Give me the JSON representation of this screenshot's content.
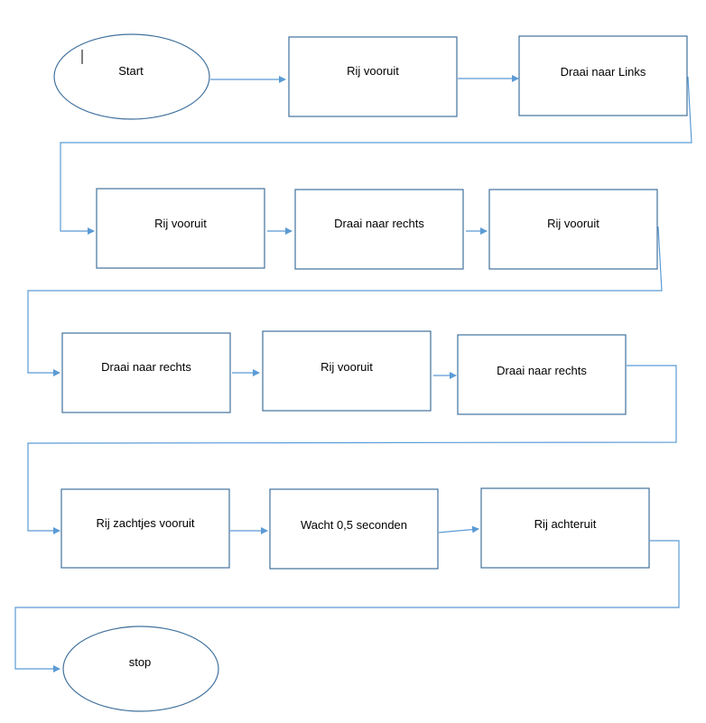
{
  "flowchart": {
    "colors": {
      "line": "#5B9BD5",
      "box_border": "#41719C",
      "text": "#000000"
    },
    "nodes": [
      {
        "id": "start",
        "shape": "ellipse",
        "label": "Start"
      },
      {
        "id": "n1",
        "shape": "rect",
        "label": "Rij vooruit"
      },
      {
        "id": "n2",
        "shape": "rect",
        "label": "Draai naar Links"
      },
      {
        "id": "n3",
        "shape": "rect",
        "label": "Rij vooruit"
      },
      {
        "id": "n4",
        "shape": "rect",
        "label": "Draai naar rechts"
      },
      {
        "id": "n5",
        "shape": "rect",
        "label": "Rij vooruit"
      },
      {
        "id": "n6",
        "shape": "rect",
        "label": "Draai naar rechts"
      },
      {
        "id": "n7",
        "shape": "rect",
        "label": "Rij vooruit"
      },
      {
        "id": "n8",
        "shape": "rect",
        "label": "Draai naar rechts"
      },
      {
        "id": "n9",
        "shape": "rect",
        "label": "Rij zachtjes vooruit"
      },
      {
        "id": "n10",
        "shape": "rect",
        "label": "Wacht 0,5 seconden"
      },
      {
        "id": "n11",
        "shape": "rect",
        "label": "Rij achteruit"
      },
      {
        "id": "stop",
        "shape": "ellipse",
        "label": "stop"
      }
    ]
  }
}
